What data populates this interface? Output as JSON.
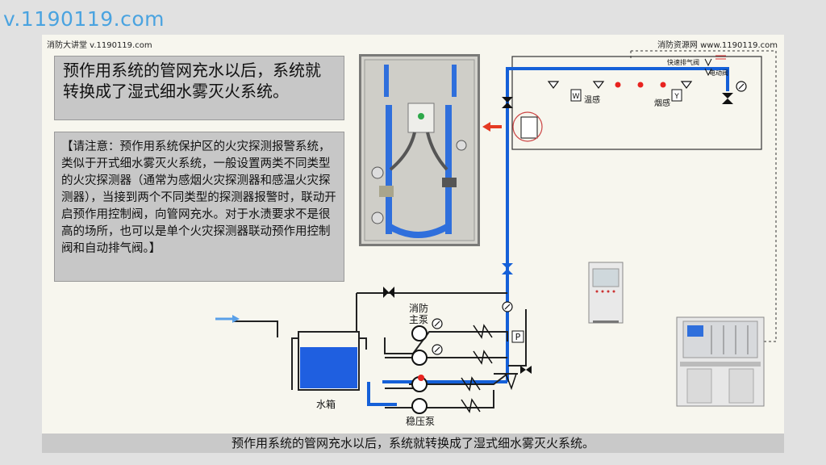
{
  "watermark": "v.1190119.com",
  "header": {
    "left": "消防大讲堂 v.1190119.com",
    "right": "消防资源网 www.1190119.com"
  },
  "title": "预作用系统的管网充水以后，系统就转换成了湿式细水雾灭火系统。",
  "note": "【请注意：预作用系统保护区的火灾探测报警系统，类似于开式细水雾灭火系统，一般设置两类不同类型的火灾探测器（通常为感烟火灾探测器和感温火灾探测器），当接到两个不同类型的探测器报警时，联动开启预作用控制阀，向管网充水。对于水渍要求不是很高的场所，也可以是单个火灾探测器联动预作用控制阀和自动排气阀。】",
  "diagram": {
    "label_exhaust_valve": "快速排气阀",
    "label_electric_valve": "电动阀",
    "label_w": "W",
    "label_temp": "温感",
    "label_y": "Y",
    "label_smoke": "烟感",
    "label_main_pump_1": "消防",
    "label_main_pump_2": "主泵",
    "label_jockey_pump": "稳压泵",
    "label_tank": "水箱",
    "label_p": "P"
  },
  "caption": "预作用系统的管网充水以后，系统就转换成了湿式细水雾灭火系统。",
  "colors": {
    "pipe": "#1560d8",
    "water": "#1f5fe0",
    "detector_red": "#e8231f",
    "arrow_red": "#e53a22",
    "arrow_light_blue": "#5aa0e8"
  }
}
